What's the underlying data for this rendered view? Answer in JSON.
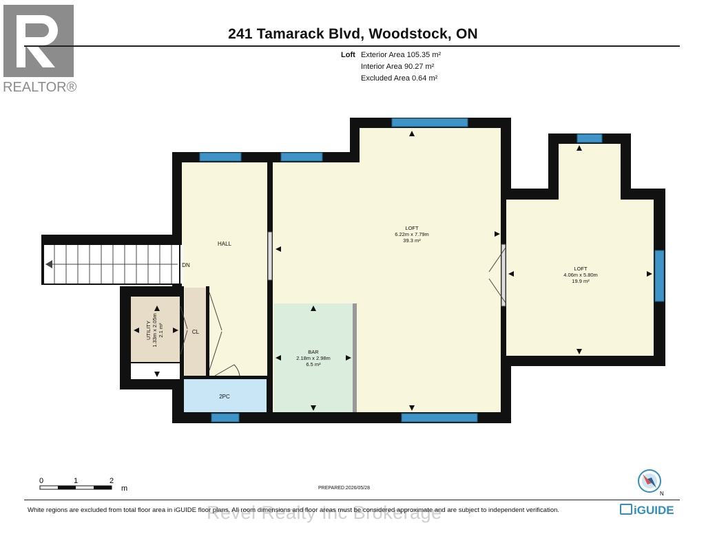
{
  "header": {
    "title": "241 Tamarack Blvd, Woodstock, ON",
    "floor_label": "Loft",
    "exterior_area": "Exterior Area 105.35 m²",
    "interior_area": "Interior Area 90.27 m²",
    "excluded_area": "Excluded Area 0.64 m²"
  },
  "logo": {
    "text": "REALTOR®",
    "color": "#8c8c8c"
  },
  "rooms": {
    "hall": {
      "name": "HALL"
    },
    "stairs": {
      "label": "DN"
    },
    "utility": {
      "name": "UTILITY",
      "dims": "1.33m x 2.05m",
      "area": "2.1 m²"
    },
    "closet": {
      "name": "CL"
    },
    "powder": {
      "name": "2PC"
    },
    "bar": {
      "name": "BAR",
      "dims": "2.18m x 2.98m",
      "area": "6.5 m²"
    },
    "loft_main": {
      "name": "LOFT",
      "dims": "6.22m x 7.79m",
      "area": "39.3 m²"
    },
    "loft_side": {
      "name": "LOFT",
      "dims": "4.06m x 5.80m",
      "area": "19.9 m²"
    }
  },
  "scale_bar": {
    "labels": [
      "0",
      "1",
      "2"
    ],
    "unit": "m"
  },
  "prepared": "PREPARED:2026/05/28",
  "footer": {
    "disclaimer": "White regions are excluded from total floor area in iGUIDE floor plans. All room dimensions and floor areas must be considered approximate and are subject to independent verification.",
    "watermark": "Revel Realty Inc Brokerage",
    "brand": "iGUIDE"
  },
  "compass": {
    "label": "N"
  },
  "colors": {
    "wall": "#111111",
    "loft_fill": "#f8f6dc",
    "utility_fill": "#e6dcc8",
    "bar_fill": "#dbeedd",
    "powder_fill": "#c9e6f7",
    "window": "#3f93c6",
    "accent_blue": "#2f8fbf"
  }
}
